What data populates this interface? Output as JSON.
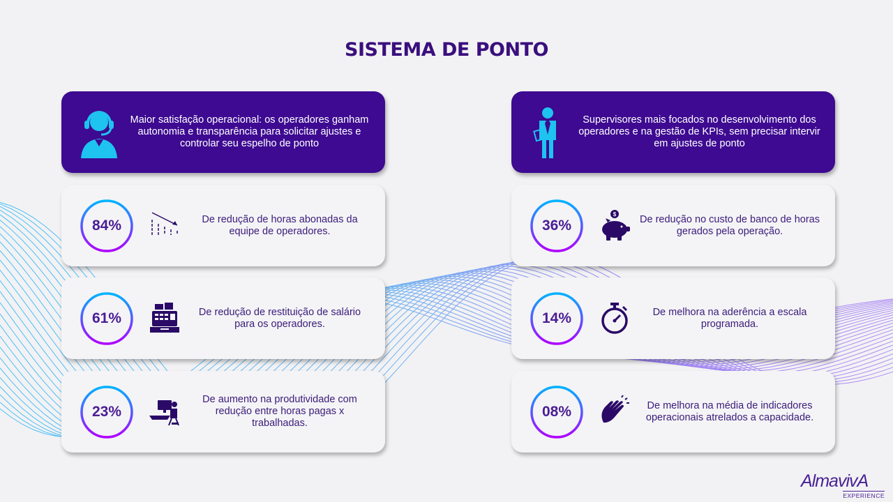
{
  "page": {
    "title": "SISTEMA DE PONTO"
  },
  "colors": {
    "header_bg": "#3d0a91",
    "title": "#3a0f7d",
    "percent_text": "#4a1d96",
    "ring_gradient_start": "#00b3ff",
    "ring_gradient_end": "#b000ff",
    "icon_dark": "#2a0a66",
    "icon_light_blue": "#1ec3f0"
  },
  "left": {
    "header": {
      "icon": "call-center-agent-icon",
      "text": "Maior satisfação operacional: os operadores ganham autonomia e transparência para solicitar ajustes e controlar seu espelho de ponto"
    },
    "stats": [
      {
        "percent": "84%",
        "icon": "declining-chart-icon",
        "text": "De redução de horas abonadas da equipe de operadores."
      },
      {
        "percent": "61%",
        "icon": "cash-register-icon",
        "text": "De redução de restituição de salário para os operadores."
      },
      {
        "percent": "23%",
        "icon": "desk-worker-icon",
        "text": "De aumento na produtividade com redução entre horas pagas x trabalhadas."
      }
    ]
  },
  "right": {
    "header": {
      "icon": "supervisor-icon",
      "text": "Supervisores mais focados no desenvolvimento dos operadores e na gestão de KPIs, sem precisar intervir em ajustes de ponto"
    },
    "stats": [
      {
        "percent": "36%",
        "icon": "piggy-bank-icon",
        "text": "De redução no custo de banco de horas gerados pela operação."
      },
      {
        "percent": "14%",
        "icon": "stopwatch-icon",
        "text": "De melhora na aderência a escala programada."
      },
      {
        "percent": "08%",
        "icon": "clapping-hands-icon",
        "text": "De melhora na média de indicadores operacionais atrelados a capacidade."
      }
    ]
  },
  "logo": {
    "brand": "AlmavivA",
    "sub": "EXPERIENCE"
  }
}
